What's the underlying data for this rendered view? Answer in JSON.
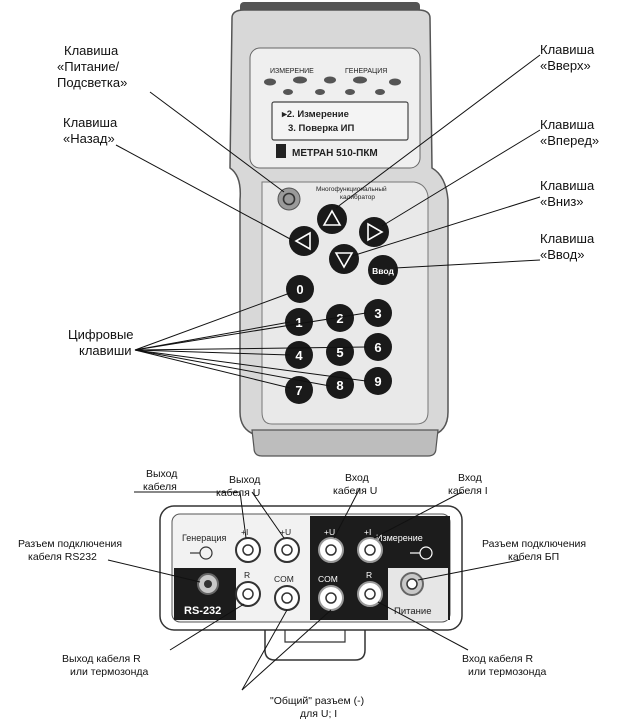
{
  "device": {
    "panel_measure": "ИЗМЕРЕНИЕ",
    "panel_generate": "ГЕНЕРАЦИЯ",
    "screen_line1": "▸2. Измерение",
    "screen_line2": "3. Поверка ИП",
    "brand": "МЕТРАН 510-ПКМ",
    "subtitle_line1": "Многофункциональный",
    "subtitle_line2": "калибратор",
    "enter_key": "Ввод",
    "digits": [
      "0",
      "1",
      "2",
      "3",
      "4",
      "5",
      "6",
      "7",
      "8",
      "9"
    ]
  },
  "top_labels": {
    "power_l1": "Клавиша",
    "power_l2": "«Питание/",
    "power_l3": "Подсветка»",
    "back_l1": "Клавиша",
    "back_l2": "«Назад»",
    "digits_l1": "Цифровые",
    "digits_l2": "клавиши",
    "up_l1": "Клавиша",
    "up_l2": "«Вверх»",
    "fwd_l1": "Клавиша",
    "fwd_l2": "«Вперед»",
    "down_l1": "Клавиша",
    "down_l2": "«Вниз»",
    "enter_l1": "Клавиша",
    "enter_l2": "«Ввод»"
  },
  "bottom_labels": {
    "out_cable_l1": "Выход",
    "out_cable_l2": "кабеля",
    "out_u_l1": "Выход",
    "out_u_l2": "кабеля U",
    "in_u_l1": "Вход",
    "in_u_l2": "кабеля U",
    "in_i_l1": "Вход",
    "in_i_l2": "кабеля I",
    "rs_conn_l1": "Разъем подключения",
    "rs_conn_l2": "кабеля RS232",
    "psu_conn_l1": "Разъем подключения",
    "psu_conn_l2": "кабеля БП",
    "out_r_l1": "Выход кабеля R",
    "out_r_l2": "или термозонда",
    "in_r_l1": "Вход кабеля R",
    "in_r_l2": "или термозонда",
    "common_l1": "\"Общий\" разъем (-)",
    "common_l2": "для U; I"
  },
  "connector_panel": {
    "generation": "Генерация",
    "measurement": "Измерение",
    "rs232": "RS-232",
    "power": "Питание",
    "plus_i_left": "+I",
    "plus_u_left": "+U",
    "plus_u_right": "+U",
    "plus_i_right": "+I",
    "r_left": "R",
    "com_left": "COM",
    "com_right": "COM",
    "r_right": "R"
  }
}
